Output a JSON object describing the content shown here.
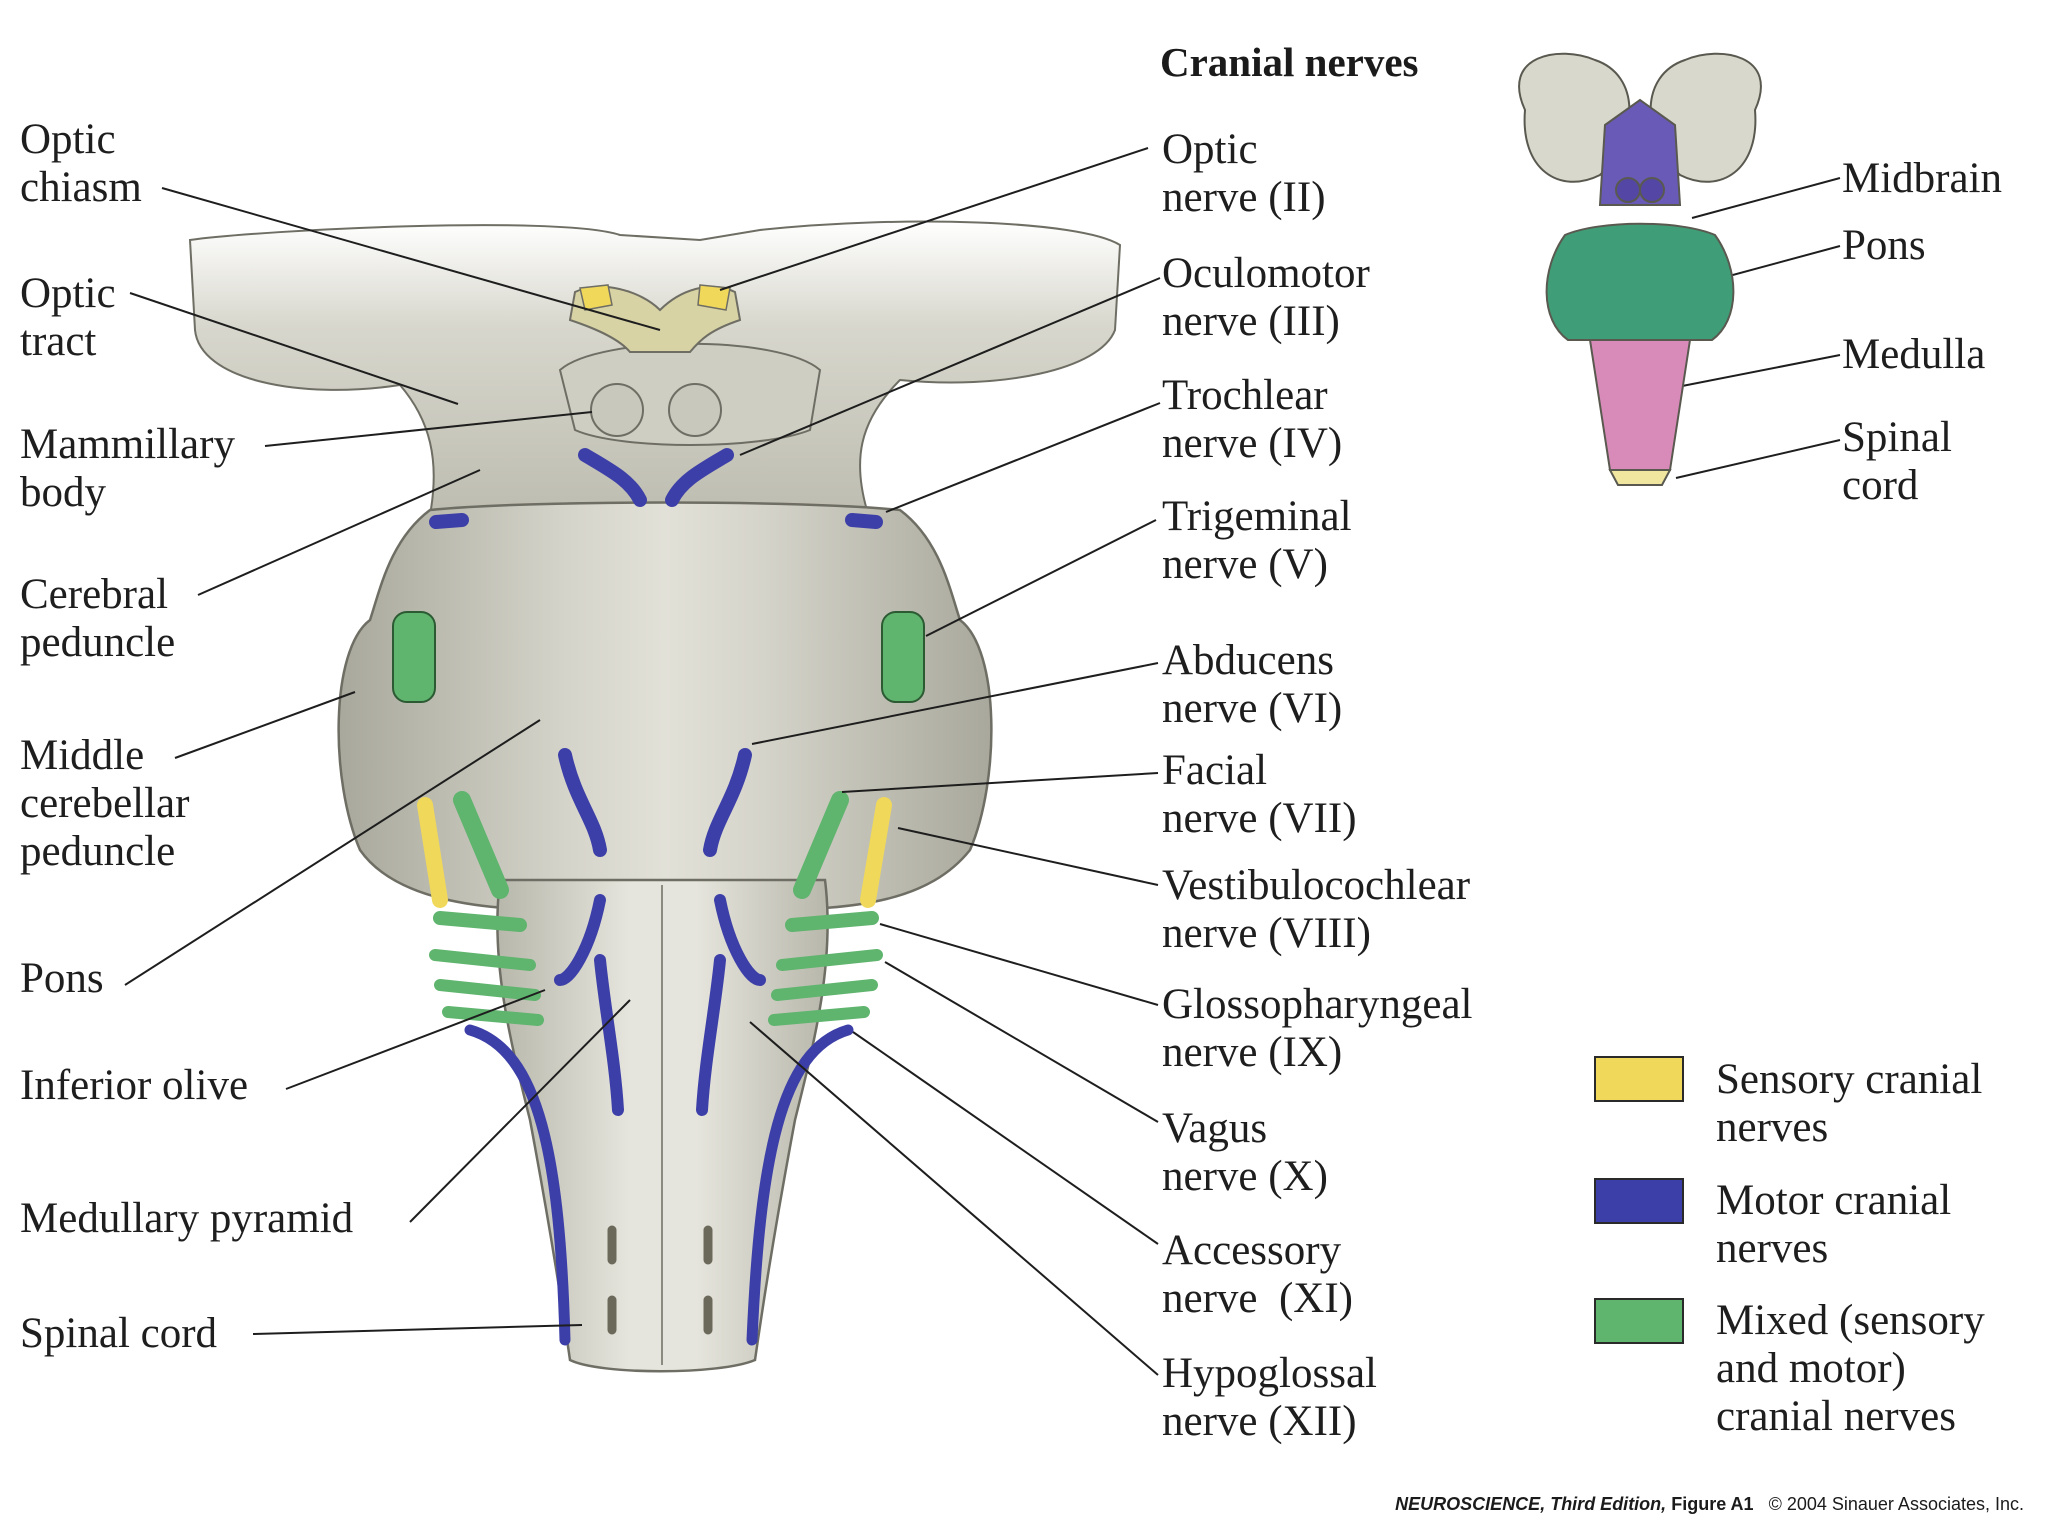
{
  "title": "Cranial nerves",
  "colors": {
    "sensory": "#f0d85a",
    "motor": "#3d3fa8",
    "mixed": "#5fb46e",
    "tissue": "#c9c8bd",
    "tissue_dark": "#9d9c90",
    "midbrain": "#6a5ab8",
    "pons": "#3f9e77",
    "medulla": "#d88ab8"
  },
  "left_labels": {
    "optic_chiasm": [
      "Optic",
      "chiasm"
    ],
    "optic_tract": [
      "Optic",
      "tract"
    ],
    "mammillary_body": [
      "Mammillary",
      "body"
    ],
    "cerebral_peduncle": [
      "Cerebral",
      "peduncle"
    ],
    "middle_cerebellar_peduncle": [
      "Middle",
      "cerebellar",
      "peduncle"
    ],
    "pons": [
      "Pons"
    ],
    "inferior_olive": [
      "Inferior olive"
    ],
    "medullary_pyramid": [
      "Medullary pyramid"
    ],
    "spinal_cord": [
      "Spinal cord"
    ]
  },
  "right_labels": {
    "optic_nerve": [
      "Optic",
      "nerve (II)"
    ],
    "oculomotor_nerve": [
      "Oculomotor",
      "nerve (III)"
    ],
    "trochlear_nerve": [
      "Trochlear",
      "nerve (IV)"
    ],
    "trigeminal_nerve": [
      "Trigeminal",
      "nerve (V)"
    ],
    "abducens_nerve": [
      "Abducens",
      "nerve (VI)"
    ],
    "facial_nerve": [
      "Facial",
      "nerve (VII)"
    ],
    "vestibulocochlear_nerve": [
      "Vestibulocochlear",
      "nerve (VIII)"
    ],
    "glossopharyngeal_nerve": [
      "Glossopharyngeal",
      "nerve (IX)"
    ],
    "vagus_nerve": [
      "Vagus",
      "nerve (X)"
    ],
    "accessory_nerve": [
      "Accessory",
      "nerve  (XI)"
    ],
    "hypoglossal_nerve": [
      "Hypoglossal",
      "nerve (XII)"
    ]
  },
  "inset_labels": {
    "midbrain": [
      "Midbrain"
    ],
    "pons": [
      "Pons"
    ],
    "medulla": [
      "Medulla"
    ],
    "spinal_cord": [
      "Spinal",
      "cord"
    ]
  },
  "legend": [
    {
      "key": "sensory",
      "lines": [
        "Sensory cranial",
        "nerves"
      ]
    },
    {
      "key": "motor",
      "lines": [
        "Motor cranial",
        "nerves"
      ]
    },
    {
      "key": "mixed",
      "lines": [
        "Mixed (sensory",
        "and motor)",
        "cranial nerves"
      ]
    }
  ],
  "credit": {
    "book": "NEUROSCIENCE, Third Edition,",
    "figure": "Figure A1",
    "copyright": "© 2004 Sinauer Associates, Inc."
  }
}
